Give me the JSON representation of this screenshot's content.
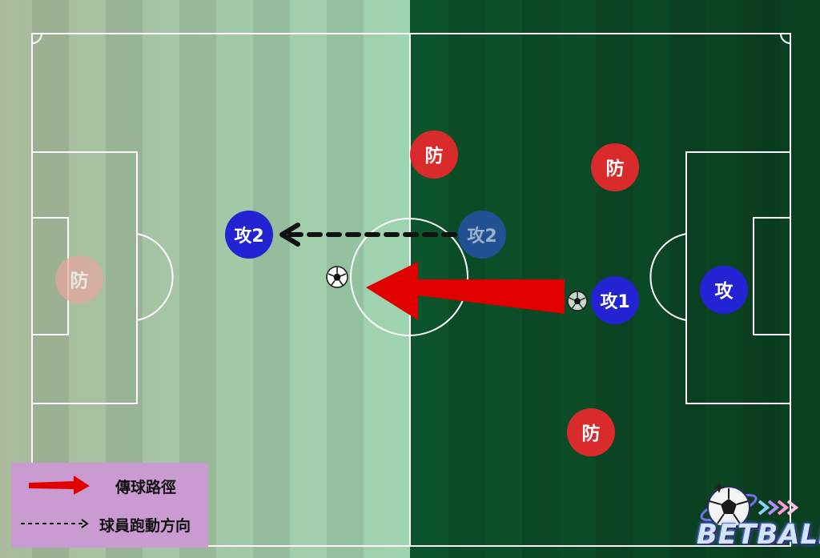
{
  "players": [
    {
      "id": "def-left-mid",
      "label": "防",
      "team": "defense",
      "faded": true
    },
    {
      "id": "def-top-center",
      "label": "防",
      "team": "defense",
      "faded": false
    },
    {
      "id": "def-top-right",
      "label": "防",
      "team": "defense",
      "faded": false
    },
    {
      "id": "def-bottom-right",
      "label": "防",
      "team": "defense",
      "faded": false
    },
    {
      "id": "att2-new",
      "label": "攻2",
      "team": "attack",
      "faded": false
    },
    {
      "id": "att2-old",
      "label": "攻2",
      "team": "attack",
      "faded": true
    },
    {
      "id": "att1",
      "label": "攻1",
      "team": "attack",
      "faded": false
    },
    {
      "id": "att-goal",
      "label": "攻",
      "team": "attack",
      "faded": false
    }
  ],
  "legend": {
    "pass_label": "傳球路徑",
    "run_label": "球員跑動方向"
  },
  "brand": {
    "logo_text": "BETBALL"
  },
  "colors": {
    "defense": "#d92b2b",
    "attack": "#2323d4",
    "pass_arrow": "#e00000",
    "legend_bg": "#c99bd0"
  }
}
